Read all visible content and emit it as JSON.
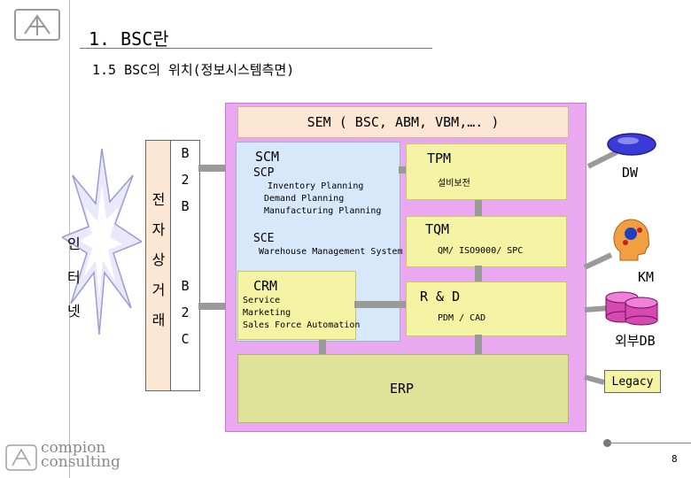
{
  "header": {
    "title": "1. BSC란",
    "subtitle": "1.5 BSC의 위치(정보시스템측면)"
  },
  "left": {
    "internet": [
      "인",
      "터",
      "넷"
    ],
    "ecommerce": [
      "전",
      "자",
      "상",
      "거",
      "래"
    ],
    "b2b": [
      "B",
      "2",
      "B"
    ],
    "b2c": [
      "B",
      "2",
      "C"
    ]
  },
  "main": {
    "sem_label": "SEM ( BSC, ABM, VBM,…. )",
    "scm": {
      "title": "SCM",
      "scp_title": "SCP",
      "scp_items": [
        "Inventory Planning",
        "Demand Planning",
        "Manufacturing Planning"
      ],
      "sce_title": "SCE",
      "sce_item": "Warehouse Management System"
    },
    "tpm": {
      "title": "TPM",
      "sub": "설비보전"
    },
    "tqm": {
      "title": "TQM",
      "sub": "QM/ ISO9000/ SPC"
    },
    "rd": {
      "title": "R & D",
      "sub": "PDM / CAD"
    },
    "crm": {
      "title": "CRM",
      "items": [
        "Service",
        "Marketing",
        "Sales Force Automation"
      ]
    },
    "erp": "ERP"
  },
  "right": {
    "dw": "DW",
    "km": "KM",
    "extdb": "외부DB",
    "legacy": "Legacy"
  },
  "footer": {
    "logo_line1": "compion",
    "logo_line2": "consulting",
    "page": "8"
  },
  "colors": {
    "main_box": "#e9a8f0",
    "sem_box": "#fbe7d4",
    "scm_box": "#d8e8fb",
    "module_box": "#f4f4a4",
    "erp_box": "#dfe39a",
    "dw_ellipse": "#3a3ad8",
    "extdb": "#d44ab0"
  }
}
